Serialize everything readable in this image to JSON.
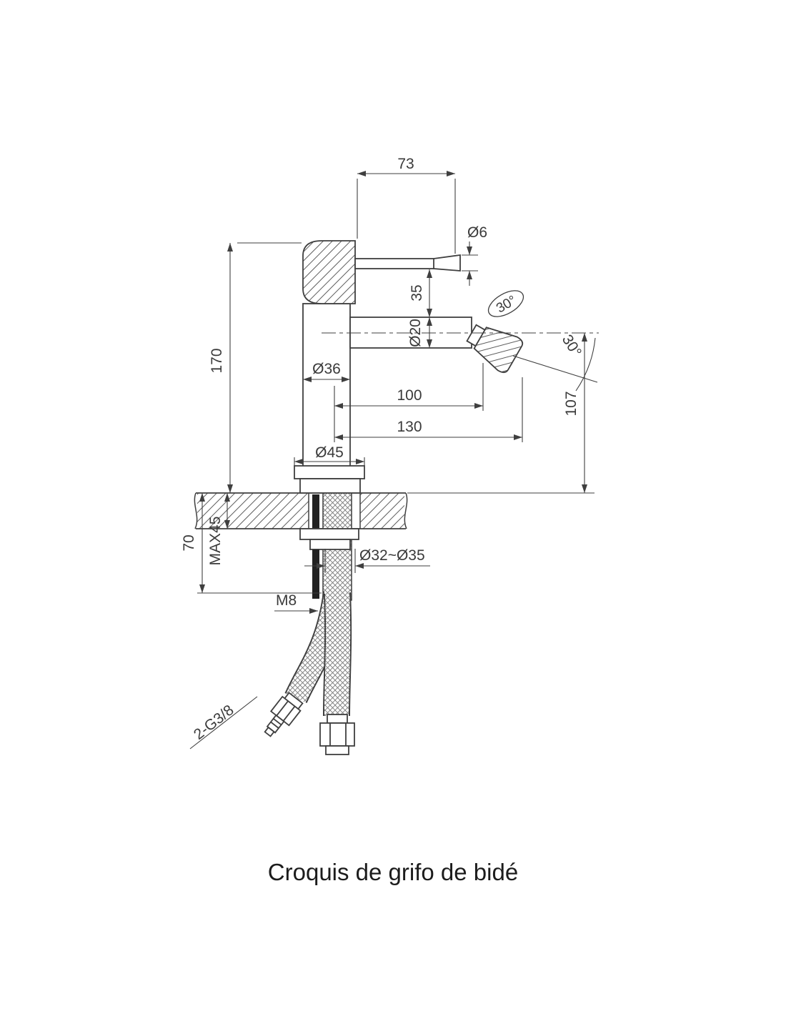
{
  "caption": "Croquis de grifo de bidé",
  "colors": {
    "line": "#3f3f3f",
    "text": "#3a3a3a",
    "background": "#ffffff"
  },
  "dimensions": {
    "handle_width": "73",
    "lever_diameter": "Ø6",
    "lever_height": "35",
    "spout_diameter": "Ø20",
    "swivel_angle": "30°",
    "spray_angle": "30°",
    "total_height": "170",
    "body_diameter": "Ø36",
    "spout_reach": "100",
    "spray_reach": "130",
    "spout_height": "107",
    "base_diameter": "Ø45",
    "under_counter_depth": "70",
    "max_counter_thickness": "MAX45",
    "hole_diameter": "Ø32~Ø35",
    "stud_thread": "M8",
    "hose_thread": "2-G3/8"
  }
}
